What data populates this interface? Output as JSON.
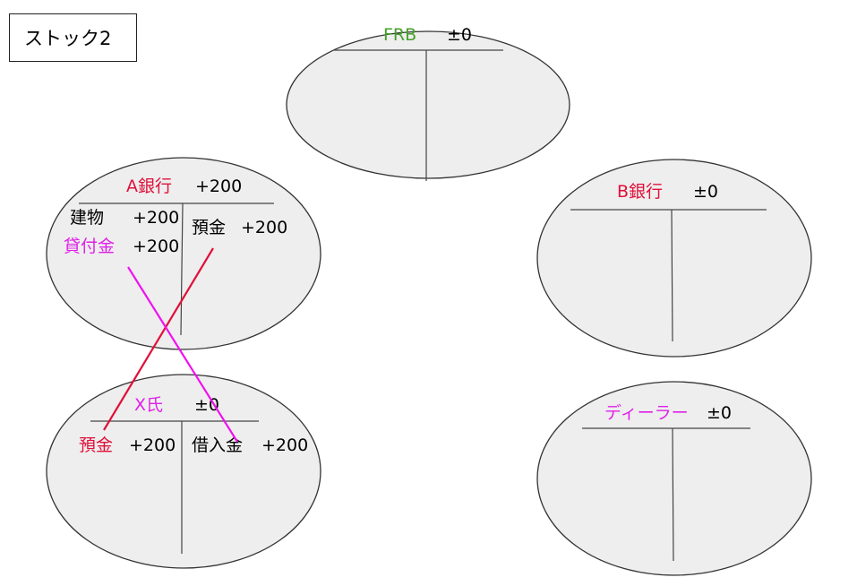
{
  "page_title": "ストック2",
  "colors": {
    "green": "#43a02a",
    "red": "#e0103a",
    "magenta": "#e020e8",
    "black": "#000000",
    "link_red": "#e0103a",
    "link_magenta": "#f012f0"
  },
  "nodes": {
    "frb": {
      "name": "FRB",
      "amount": "±0"
    },
    "a_bank": {
      "name": "A銀行",
      "amount": "+200",
      "left_items": [
        {
          "label": "建物",
          "value": "+200"
        },
        {
          "label": "貸付金",
          "value": "+200"
        }
      ],
      "right_items": [
        {
          "label": "預金",
          "value": "+200"
        }
      ]
    },
    "b_bank": {
      "name": "B銀行",
      "amount": "±0"
    },
    "x_person": {
      "name": "X氏",
      "amount": "±0",
      "left_items": [
        {
          "label": "預金",
          "value": "+200"
        }
      ],
      "right_items": [
        {
          "label": "借入金",
          "value": "+200"
        }
      ]
    },
    "dealer": {
      "name": "ディーラー",
      "amount": "±0"
    }
  }
}
